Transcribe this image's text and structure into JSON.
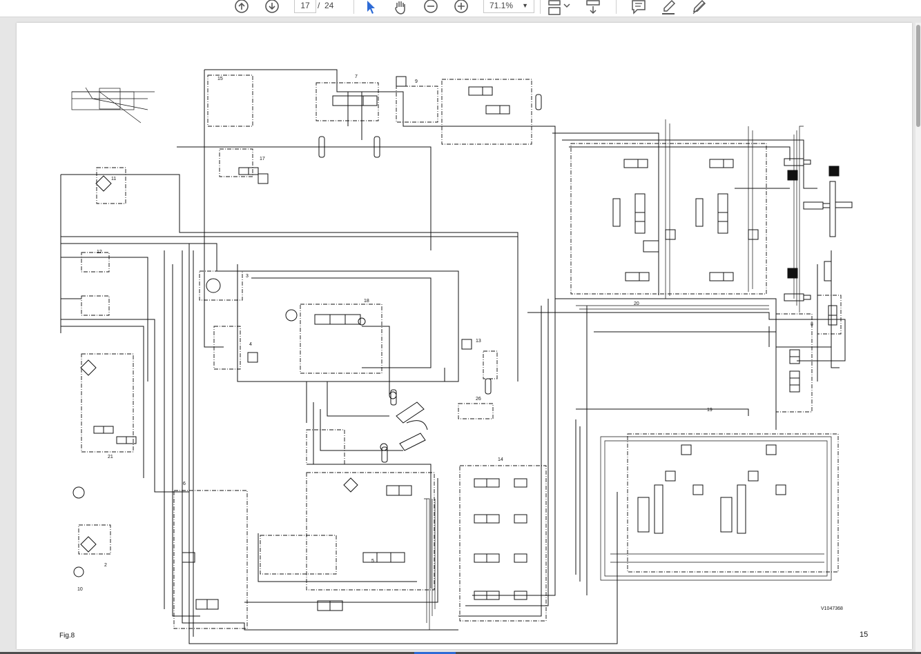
{
  "toolbar": {
    "page_current": "17",
    "page_separator": "/",
    "page_total": "24",
    "zoom": "71.1%",
    "icons": [
      "arrow-up-circle-icon",
      "arrow-down-circle-icon",
      "pointer-icon",
      "hand-icon",
      "zoom-out-icon",
      "zoom-in-icon",
      "zoom-dropdown-caret-icon",
      "fit-page-icon",
      "download-icon",
      "comment-icon",
      "highlighter-icon",
      "draw-icon"
    ]
  },
  "document": {
    "figure_label": "Fig.8",
    "page_number": "15",
    "doc_id": "V1047368",
    "component_numbers": [
      "21",
      "3",
      "4",
      "5",
      "6",
      "7",
      "9",
      "20",
      "8",
      "11",
      "12",
      "2",
      "10",
      "13",
      "26",
      "14",
      "15",
      "17",
      "18",
      "19",
      "1"
    ]
  },
  "colors": {
    "toolbar_bg": "#ffffff",
    "workspace_bg": "#e6e6e6",
    "page_bg": "#ffffff",
    "line": "#111111",
    "icon": "#555555",
    "accent": "#2d6bd6"
  }
}
